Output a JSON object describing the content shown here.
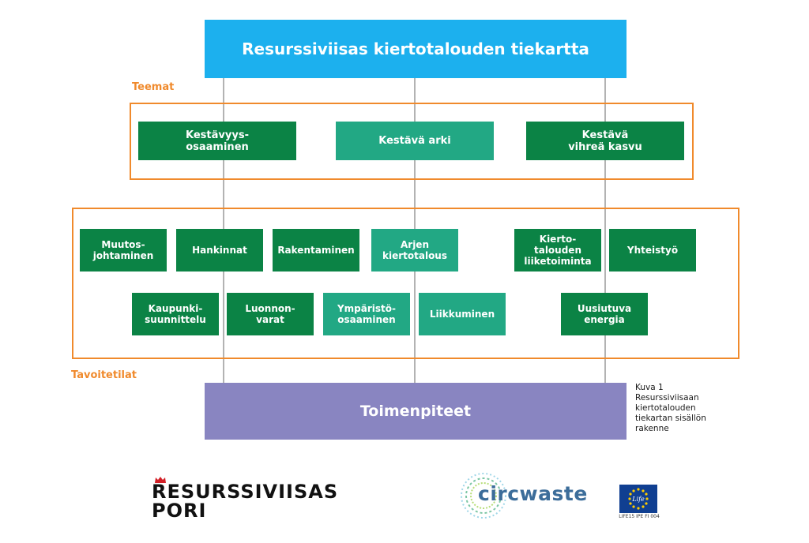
{
  "title": "Resurssiviisas kiertotalouden tiekartta",
  "labels": {
    "themes": "Teemat",
    "goals": "Tavoitetilat"
  },
  "themes": [
    "Kestävyys-\nosaaminen",
    "Kestävä arki",
    "Kestävä\nvihreä kasvu"
  ],
  "goals_row1": [
    "Muutos-\njohtaminen",
    "Hankinnat",
    "Rakentaminen",
    "Arjen\nkiertotalous",
    "Kierto-\ntalouden\nliiketoiminta",
    "Yhteistyö"
  ],
  "goals_row2": [
    "Kaupunki-\nsuunnittelu",
    "Luonnon-\nvarat",
    "Ympäristö-\nosaaminen",
    "Liikkuminen",
    "Uusiutuva\nenergia"
  ],
  "actions": "Toimenpiteet",
  "caption": [
    "Kuva 1",
    "Resurssiviisaan",
    "kiertotalouden",
    "tiekartan sisällön",
    "rakenne"
  ],
  "logos": {
    "pori": [
      "RESURSSIVIISAS",
      "PORI"
    ],
    "circwaste": "circwaste",
    "life_code": "LIFE15 IPE FI 004",
    "life_mark": "Life"
  },
  "colors": {
    "header": "#1cb0ee",
    "dark_green": "#0b8345",
    "light_green": "#22a884",
    "frame_orange": "#f08a2c",
    "actions_purple": "#8985c1"
  }
}
